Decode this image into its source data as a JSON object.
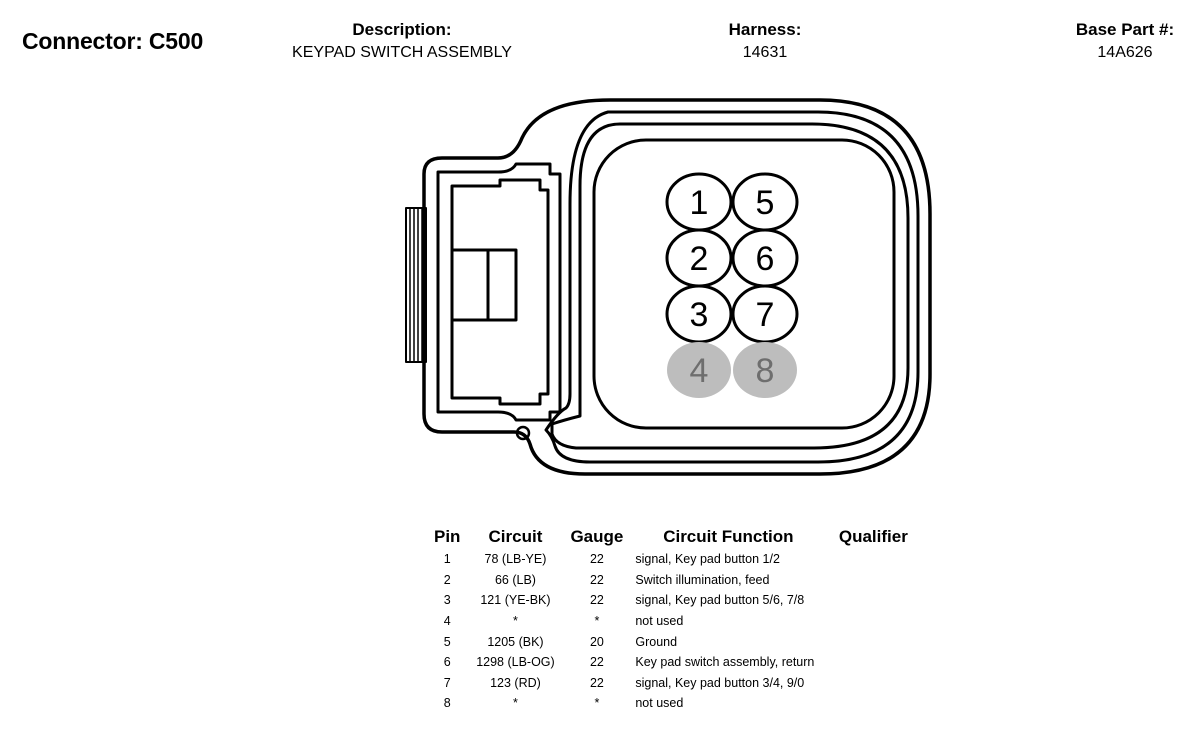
{
  "header": {
    "connector_label": "Connector: C500",
    "description_label": "Description:",
    "description_value": "KEYPAD SWITCH ASSEMBLY",
    "harness_label": "Harness:",
    "harness_value": "14631",
    "base_part_label": "Base Part #:",
    "base_part_value": "14A626"
  },
  "diagram": {
    "pins": [
      {
        "number": "1",
        "used": true
      },
      {
        "number": "2",
        "used": true
      },
      {
        "number": "3",
        "used": true
      },
      {
        "number": "4",
        "used": false
      },
      {
        "number": "5",
        "used": true
      },
      {
        "number": "6",
        "used": true
      },
      {
        "number": "7",
        "used": true
      },
      {
        "number": "8",
        "used": false
      }
    ],
    "colors": {
      "outline": "#000000",
      "unused_fill": "#bdbdbd",
      "unused_text": "#6e6e6e"
    }
  },
  "table": {
    "headers": [
      "Pin",
      "Circuit",
      "Gauge",
      "Circuit Function",
      "Qualifier"
    ],
    "rows": [
      {
        "pin": "1",
        "circuit": "78 (LB-YE)",
        "gauge": "22",
        "function": "signal, Key pad button 1/2",
        "qualifier": ""
      },
      {
        "pin": "2",
        "circuit": "66 (LB)",
        "gauge": "22",
        "function": "Switch illumination, feed",
        "qualifier": ""
      },
      {
        "pin": "3",
        "circuit": "121 (YE-BK)",
        "gauge": "22",
        "function": "signal, Key pad button 5/6, 7/8",
        "qualifier": ""
      },
      {
        "pin": "4",
        "circuit": "*",
        "gauge": "*",
        "function": "not used",
        "qualifier": ""
      },
      {
        "pin": "5",
        "circuit": "1205 (BK)",
        "gauge": "20",
        "function": "Ground",
        "qualifier": ""
      },
      {
        "pin": "6",
        "circuit": "1298 (LB-OG)",
        "gauge": "22",
        "function": "Key pad switch assembly, return",
        "qualifier": ""
      },
      {
        "pin": "7",
        "circuit": "123 (RD)",
        "gauge": "22",
        "function": "signal, Key pad button 3/4, 9/0",
        "qualifier": ""
      },
      {
        "pin": "8",
        "circuit": "*",
        "gauge": "*",
        "function": "not used",
        "qualifier": ""
      }
    ]
  }
}
